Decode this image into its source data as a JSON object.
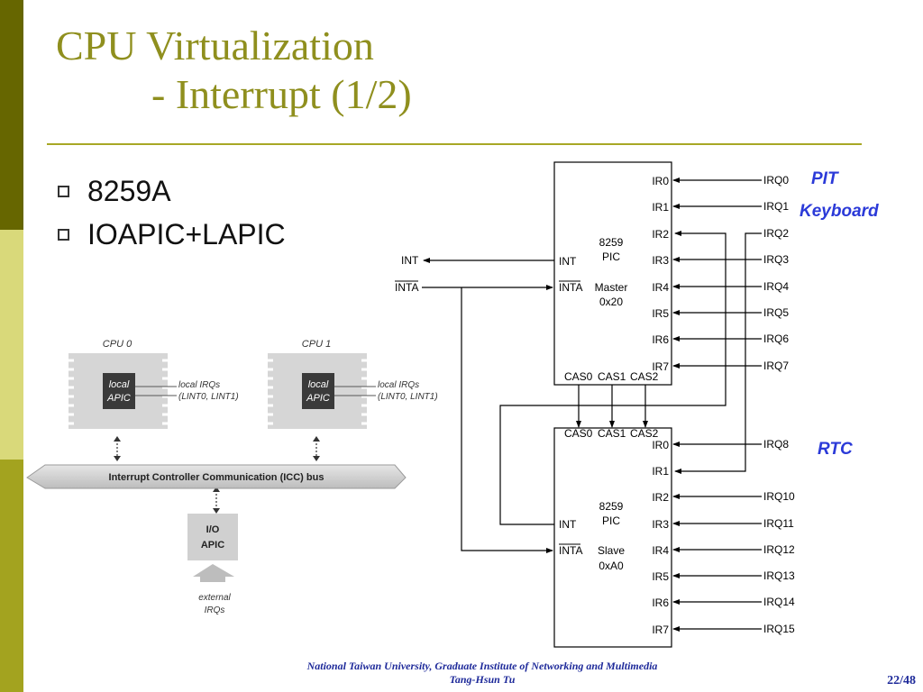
{
  "slide": {
    "title_line1": "CPU Virtualization",
    "title_line2": "- Interrupt (1/2)",
    "bullets": [
      "8259A",
      "IOAPIC+LAPIC"
    ],
    "footer_line1": "National Taiwan University, Graduate Institute of Networking and Multimedia",
    "footer_line2": "Tang-Hsun Tu",
    "page": "22/48"
  },
  "colors": {
    "title": "#8f8f1e",
    "sidebar_dark": "#666600",
    "sidebar_mid": "#b7b72c",
    "sidebar_light": "#d9d97a",
    "annotation": "#2b3ad8",
    "footer": "#1e2a9a"
  },
  "apic_diagram": {
    "cpu0_label": "CPU 0",
    "cpu1_label": "CPU 1",
    "local_apic_line1": "local",
    "local_apic_line2": "APIC",
    "local_irqs_line1": "local IRQs",
    "local_irqs_line2": "(LINT0, LINT1)",
    "bus_label": "Interrupt Controller Communication (ICC) bus",
    "io_apic_line1": "I/O",
    "io_apic_line2": "APIC",
    "external_line1": "external",
    "external_line2": "IRQs"
  },
  "pic_diagram": {
    "int_label": "INT",
    "inta_label": "INTA",
    "master": {
      "name_line1": "8259",
      "name_line2": "PIC",
      "role": "Master",
      "addr": "0x20",
      "int_pin": "INT",
      "inta_pin": "INTA",
      "ir_pins": [
        "IR0",
        "IR1",
        "IR2",
        "IR3",
        "IR4",
        "IR5",
        "IR6",
        "IR7"
      ],
      "irqs": [
        "IRQ0",
        "IRQ1",
        "IRQ2",
        "IRQ3",
        "IRQ4",
        "IRQ5",
        "IRQ6",
        "IRQ7"
      ],
      "cas_labels": [
        "CAS0",
        "CAS1",
        "CAS2"
      ]
    },
    "slave": {
      "name_line1": "8259",
      "name_line2": "PIC",
      "role": "Slave",
      "addr": "0xA0",
      "int_pin": "INT",
      "inta_pin": "INTA",
      "ir_pins": [
        "IR0",
        "IR1",
        "IR2",
        "IR3",
        "IR4",
        "IR5",
        "IR6",
        "IR7"
      ],
      "irqs": [
        "IRQ8",
        "IRQ10",
        "IRQ11",
        "IRQ12",
        "IRQ13",
        "IRQ14",
        "IRQ15"
      ],
      "cas_labels": [
        "CAS0",
        "CAS1",
        "CAS2"
      ]
    },
    "annotations": {
      "pit": "PIT",
      "keyboard": "Keyboard",
      "rtc": "RTC"
    }
  }
}
